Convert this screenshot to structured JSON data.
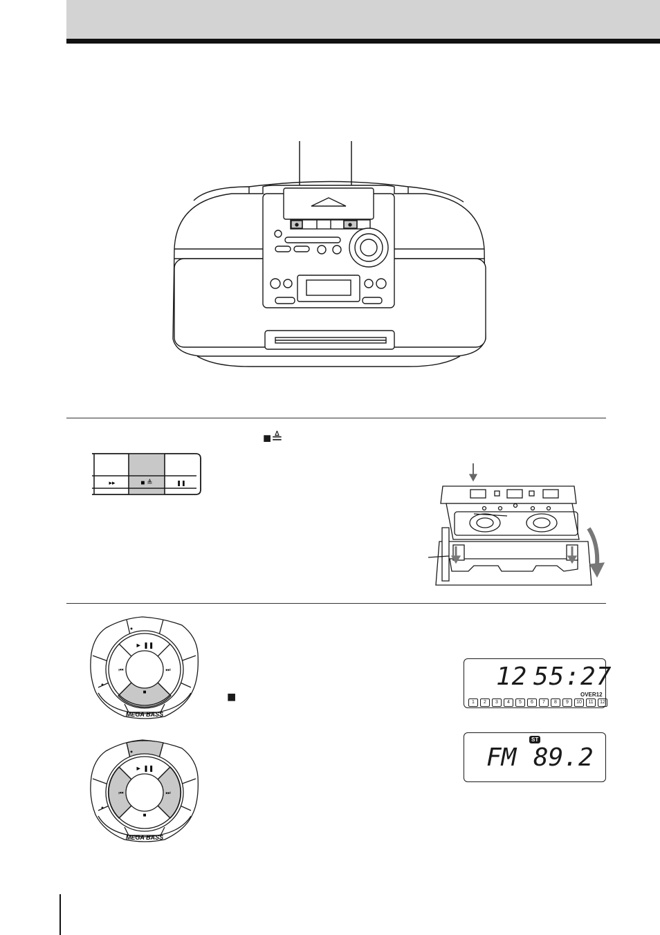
{
  "symbols": {
    "stop_eject": "■≜",
    "stop": "■"
  },
  "deck_buttons": {
    "ff": "▸▸",
    "stop_eject": "■ ≜",
    "pause": "❚❚"
  },
  "control_dial": {
    "play_pause": "► ❚❚",
    "prev": "⏮",
    "next": "⏭",
    "stop": "■",
    "brand": "MEGA BASS"
  },
  "cd_display": {
    "track": "12",
    "time": "55:27",
    "over_label": "OVER12",
    "track_boxes": [
      "1",
      "2",
      "3",
      "4",
      "5",
      "6",
      "7",
      "8",
      "9",
      "10",
      "11",
      "12"
    ]
  },
  "radio_display": {
    "stereo_badge": "ST",
    "band": "FM",
    "frequency": "89.2"
  },
  "colors": {
    "highlight": "#c8c8c8",
    "line": "#1a1a1a",
    "header_band": "#d3d3d3"
  }
}
